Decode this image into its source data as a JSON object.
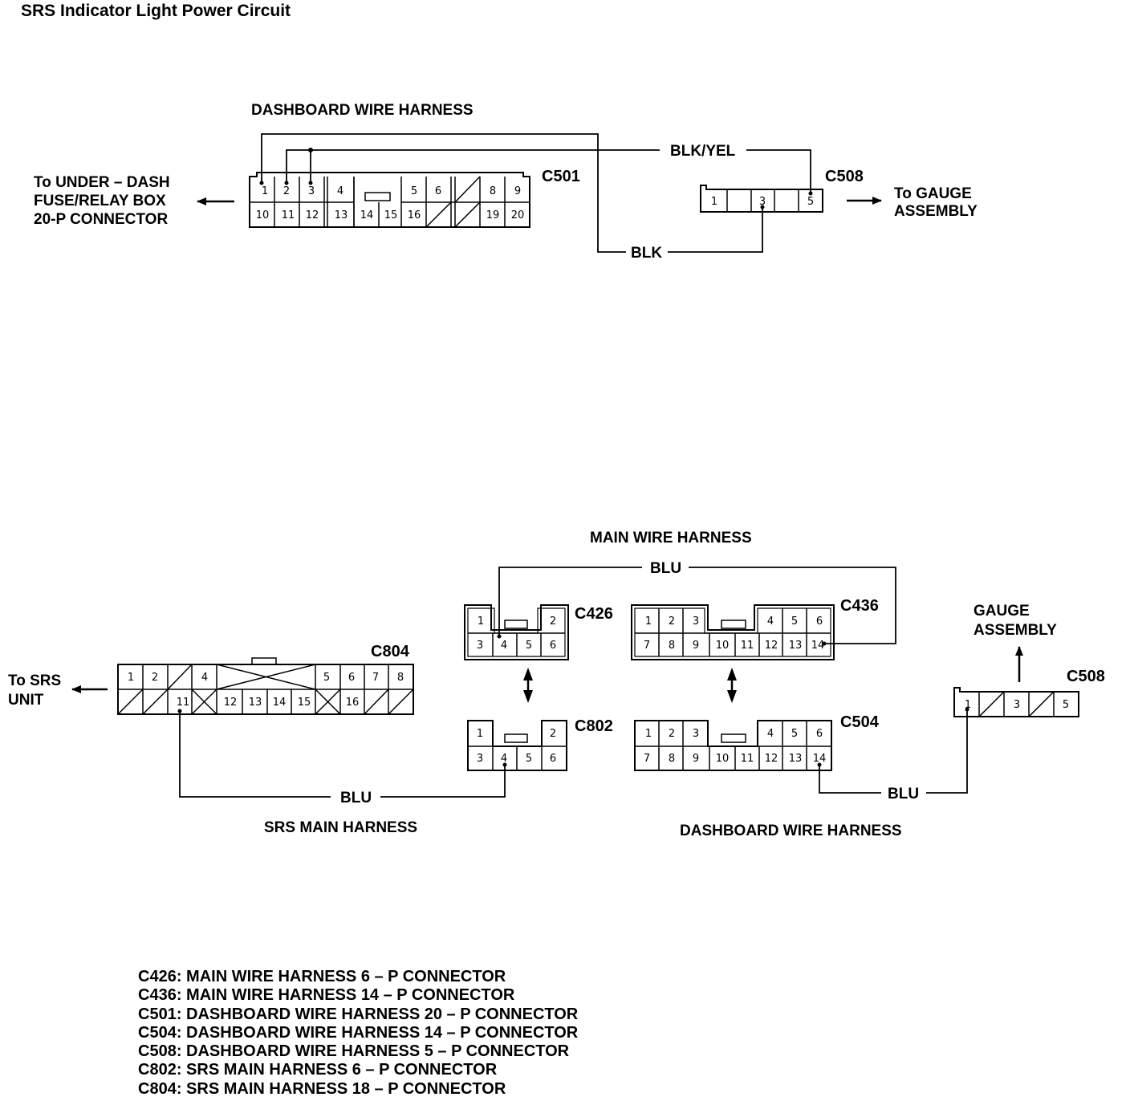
{
  "title": "SRS Indicator Light Power Circuit",
  "top": {
    "harness": "DASHBOARD WIRE HARNESS",
    "to_fuse_box": [
      "To UNDER – DASH",
      "FUSE/RELAY BOX",
      "20-P CONNECTOR"
    ],
    "to_gauge": [
      "To GAUGE",
      "ASSEMBLY"
    ],
    "c501": {
      "id": "C501",
      "row1": [
        "1",
        "2",
        "3",
        "4",
        "",
        "5",
        "6",
        "",
        "8",
        "9"
      ],
      "row2": [
        "10",
        "11",
        "12",
        "13",
        "14",
        "15",
        "16",
        "",
        "19",
        "20"
      ]
    },
    "c508": {
      "id": "C508",
      "pins": [
        "1",
        "",
        "3",
        "",
        "5"
      ]
    },
    "wire_blk_yel": "BLK/YEL",
    "wire_blk": "BLK"
  },
  "bottom": {
    "main_harness": "MAIN WIRE HARNESS",
    "srs_main_harness": "SRS MAIN HARNESS",
    "dashboard_harness": "DASHBOARD WIRE HARNESS",
    "to_srs": [
      "To SRS",
      "UNIT"
    ],
    "gauge_assembly": [
      "GAUGE",
      "ASSEMBLY"
    ],
    "c426": {
      "id": "C426",
      "row1": [
        "1",
        "2"
      ],
      "row2": [
        "3",
        "4",
        "5",
        "6"
      ]
    },
    "c802": {
      "id": "C802",
      "row1": [
        "1",
        "2"
      ],
      "row2": [
        "3",
        "4",
        "5",
        "6"
      ]
    },
    "c436": {
      "id": "C436",
      "row1": [
        "1",
        "2",
        "3",
        "4",
        "5",
        "6"
      ],
      "row2": [
        "7",
        "8",
        "9",
        "10",
        "11",
        "12",
        "13",
        "14"
      ]
    },
    "c504": {
      "id": "C504",
      "row1": [
        "1",
        "2",
        "3",
        "4",
        "5",
        "6"
      ],
      "row2": [
        "7",
        "8",
        "9",
        "10",
        "11",
        "12",
        "13",
        "14"
      ]
    },
    "c804": {
      "id": "C804",
      "row1": [
        "1",
        "2",
        "",
        "4",
        "5",
        "6",
        "7",
        "8"
      ],
      "row2": [
        "",
        "",
        "11",
        "",
        "12",
        "13",
        "14",
        "15",
        "",
        "16",
        "",
        ""
      ]
    },
    "c508": {
      "id": "C508",
      "pins": [
        "1",
        "",
        "3",
        "",
        "5"
      ]
    },
    "wire_blu_top": "BLU",
    "wire_blu_left": "BLU",
    "wire_blu_right": "BLU"
  },
  "legend": [
    "C426: MAIN WIRE HARNESS 6 – P CONNECTOR",
    "C436: MAIN WIRE HARNESS 14 – P CONNECTOR",
    "C501: DASHBOARD WIRE HARNESS 20 – P CONNECTOR",
    "C504: DASHBOARD WIRE HARNESS 14 – P CONNECTOR",
    "C508: DASHBOARD WIRE HARNESS 5 – P CONNECTOR",
    "C802: SRS MAIN HARNESS 6 – P CONNECTOR",
    "C804: SRS MAIN HARNESS 18 – P CONNECTOR"
  ]
}
